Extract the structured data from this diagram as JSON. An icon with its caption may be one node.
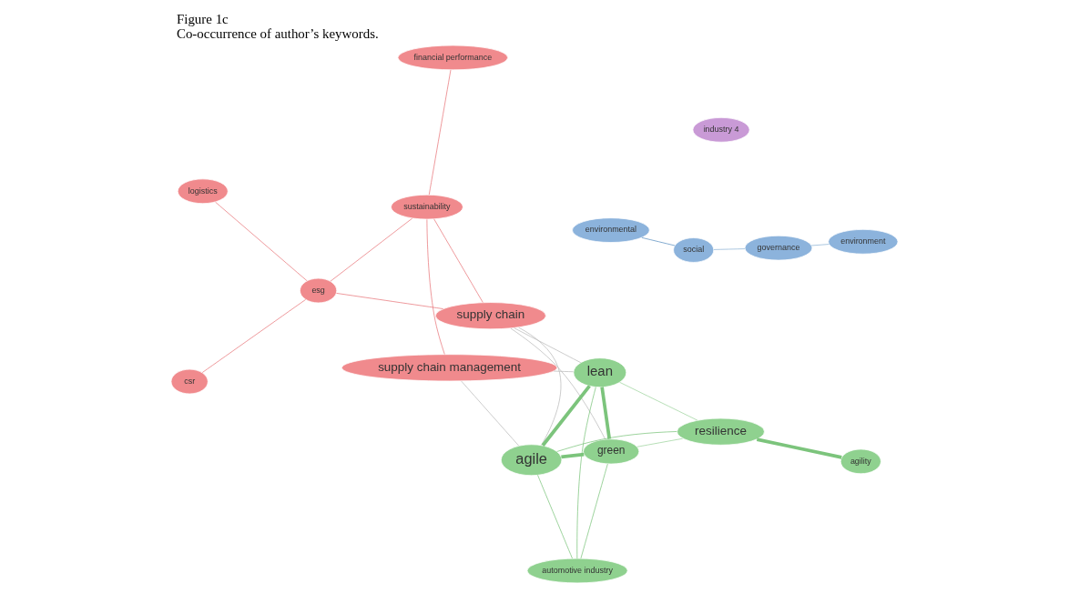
{
  "diagram": {
    "title": "Figure 1c",
    "caption": "Co-occurrence of author’s keywords.",
    "nodes": [
      {
        "text": [
          "logistics"
        ]
      },
      {
        "text": [
          "financial performance"
        ]
      },
      {
        "text": [
          "csr"
        ]
      },
      {
        "text": [
          "supply chain"
        ]
      },
      {
        "text": [
          "esg"
        ]
      },
      {
        "text": [
          "sustainability"
        ]
      },
      {
        "text": [
          "supply chain management"
        ]
      },
      {
        "text": [
          "industry 4"
        ]
      },
      {
        "text": [
          "governance"
        ]
      },
      {
        "text": [
          "environment"
        ]
      },
      {
        "text": [
          "social"
        ]
      },
      {
        "text": [
          "environmental"
        ]
      },
      {
        "text": [
          "lean"
        ]
      },
      {
        "text": [
          "green"
        ]
      },
      {
        "text": [
          "automotive industry"
        ]
      },
      {
        "text": [
          "agility"
        ]
      },
      {
        "text": [
          "agile"
        ]
      },
      {
        "text": [
          "resilience"
        ]
      }
    ],
    "edges": [
      {
        "from": 0,
        "to": 4,
        "arrow": "none",
        "color": "#e8777b"
      },
      {
        "from": 2,
        "to": 4,
        "arrow": "none",
        "color": "#e8777b"
      },
      {
        "from": 4,
        "to": 3,
        "arrow": "none",
        "color": "#e8777b"
      },
      {
        "from": 4,
        "to": 5,
        "arrow": "none",
        "color": "#e8777b"
      },
      {
        "from": 3,
        "to": 5,
        "arrow": "none",
        "color": "#e8777b"
      },
      {
        "from": 1,
        "to": 5,
        "arrow": "none",
        "color": "#e8777b"
      },
      {
        "from": 6,
        "to": 5,
        "arrow": "none",
        "color": "#e8777b"
      },
      {
        "from": 3,
        "to": 12,
        "arrow": "none",
        "color": "#bbbbbb"
      },
      {
        "from": 3,
        "to": 16,
        "arrow": "none",
        "color": "#bbbbbb"
      },
      {
        "from": 3,
        "to": 13,
        "arrow": "none",
        "color": "#bbbbbb"
      },
      {
        "from": 6,
        "to": 12,
        "arrow": "none",
        "color": "#bbbbbb"
      },
      {
        "from": 6,
        "to": 16,
        "arrow": "none",
        "color": "#bbbbbb"
      },
      {
        "from": 8,
        "to": 9,
        "arrow": "none",
        "color": "#8fb4d6"
      },
      {
        "from": 8,
        "to": 10,
        "arrow": "none",
        "color": "#8fb4d6"
      },
      {
        "from": 10,
        "to": 11,
        "arrow": "none",
        "color": "#5b8fc0"
      },
      {
        "from": 12,
        "to": 13,
        "arrow": "none",
        "style": "thick",
        "color": "#7cc47c"
      },
      {
        "from": 12,
        "to": 16,
        "arrow": "none",
        "style": "thick",
        "color": "#7cc47c"
      },
      {
        "from": 13,
        "to": 16,
        "arrow": "none",
        "style": "thick",
        "color": "#7cc47c"
      },
      {
        "from": 14,
        "to": 12,
        "arrow": "none",
        "color": "#7cc47c"
      },
      {
        "from": 14,
        "to": 13,
        "arrow": "none",
        "color": "#7cc47c"
      },
      {
        "from": 14,
        "to": 16,
        "arrow": "none",
        "color": "#7cc47c"
      },
      {
        "from": 15,
        "to": 17,
        "arrow": "none",
        "style": "thick",
        "color": "#7cc47c"
      },
      {
        "from": 17,
        "to": 16,
        "arrow": "none",
        "color": "#7cc47c"
      },
      {
        "from": 17,
        "to": 12,
        "arrow": "none",
        "color": "#9ed49e"
      },
      {
        "from": 17,
        "to": 13,
        "arrow": "none",
        "color": "#9ed49e"
      }
    ]
  }
}
